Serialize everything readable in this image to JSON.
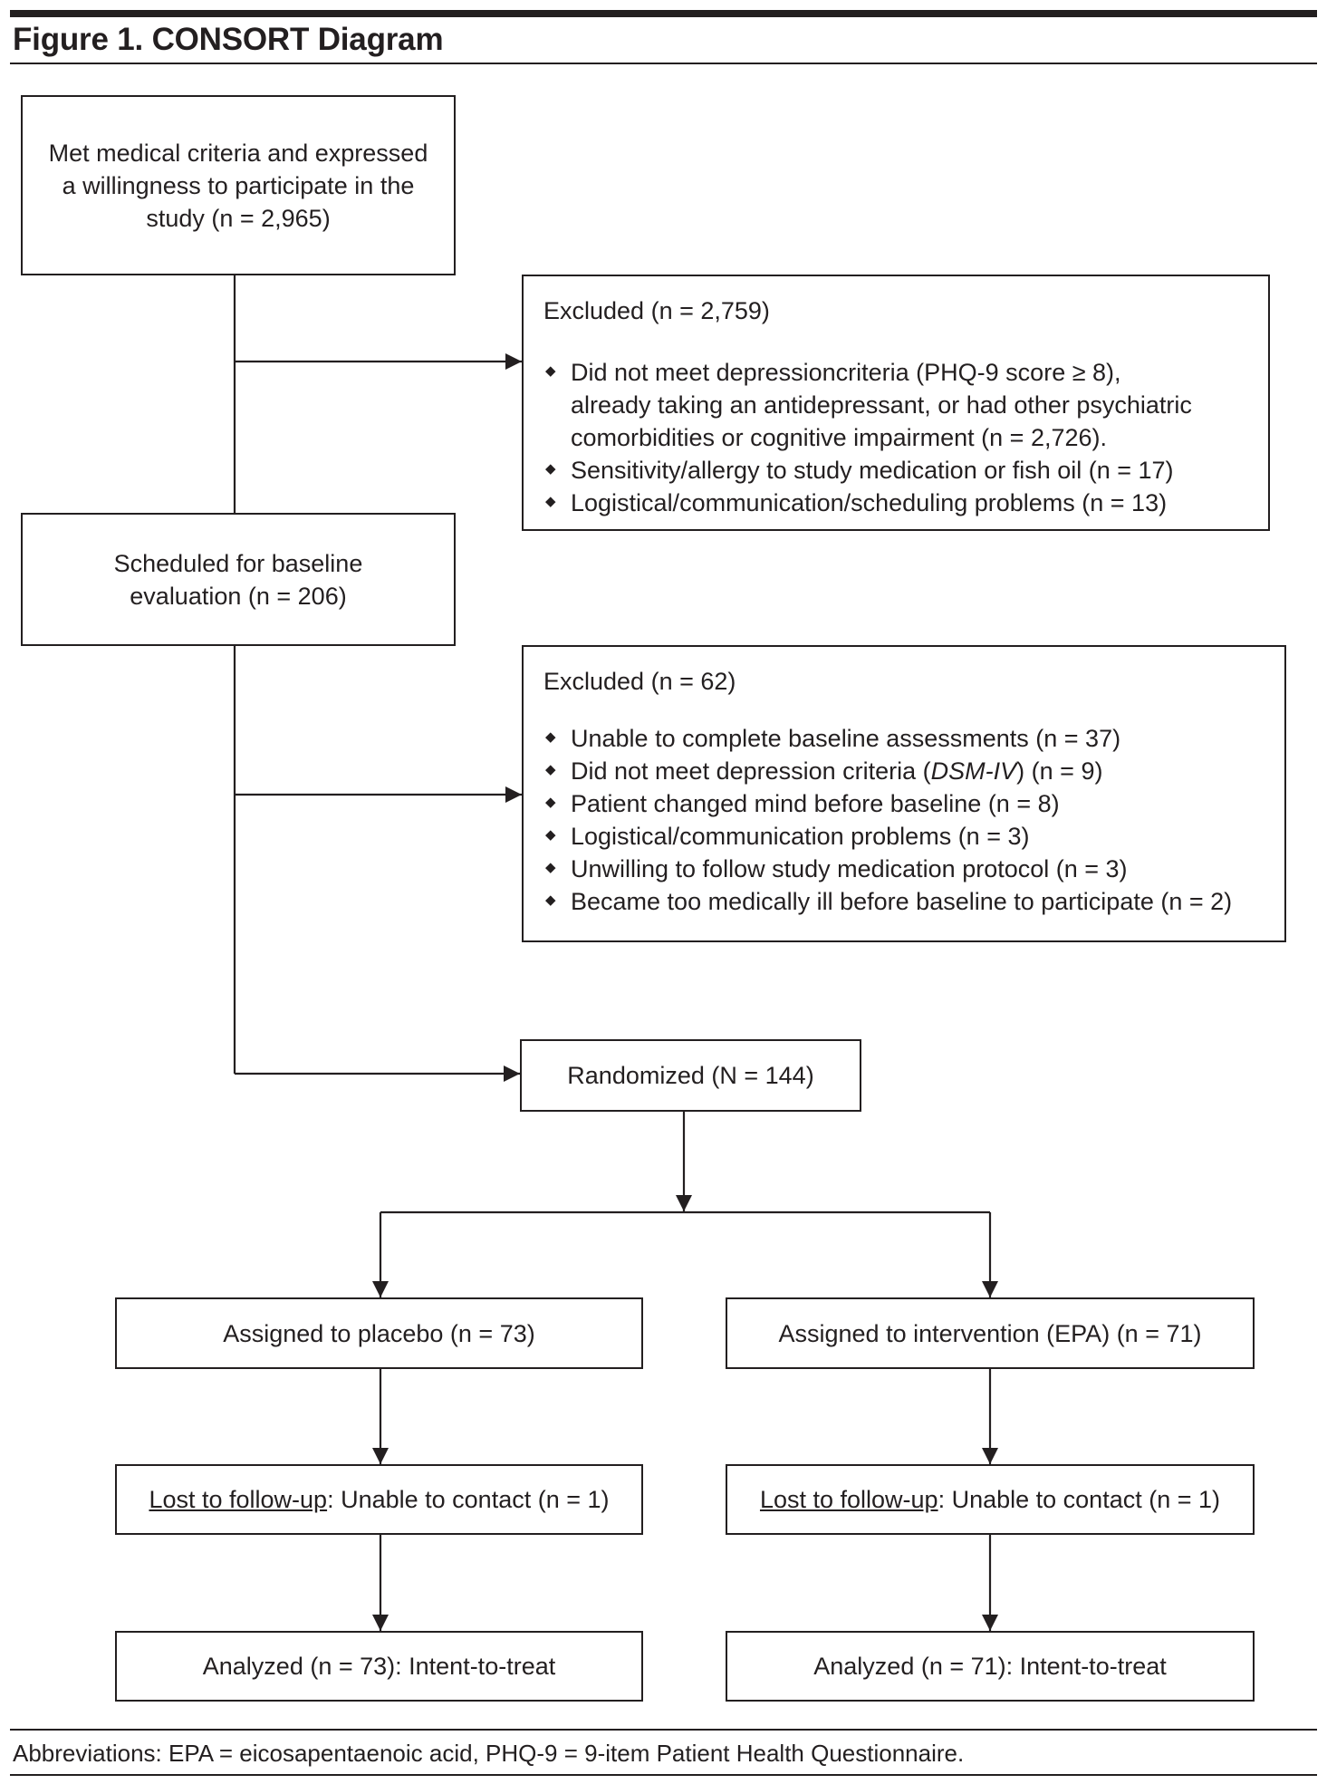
{
  "figure": {
    "title": "Figure 1. CONSORT Diagram"
  },
  "boxes": {
    "enrollment": {
      "line1": "Met medical criteria and expressed",
      "line2": "a willingness to participate in the",
      "line3": "study (n = 2,965)"
    },
    "excluded1": {
      "title": "Excluded (n = 2,759)",
      "items": [
        {
          "line1": "Did not meet depressioncriteria (PHQ-9 score ≥ 8),",
          "line2": "already taking an antidepressant, or had other psychiatric",
          "line3": "comorbidities or cognitive impairment (n = 2,726)."
        },
        {
          "text": "Sensitivity/allergy to study medication or fish oil (n = 17)"
        },
        {
          "text": "Logistical/communication/scheduling problems (n = 13)"
        }
      ]
    },
    "scheduled": {
      "line1": "Scheduled for baseline",
      "line2": "evaluation (n = 206)"
    },
    "excluded2": {
      "title": "Excluded (n = 62)",
      "items": [
        {
          "text": "Unable to complete baseline assessments (n = 37)"
        },
        {
          "before": "Did not meet depression criteria (",
          "italic": "DSM-IV",
          "after": ") (n = 9)"
        },
        {
          "text": "Patient changed mind before baseline (n = 8)"
        },
        {
          "text": "Logistical/communication problems (n = 3)"
        },
        {
          "text": "Unwilling to follow study medication protocol (n = 3)"
        },
        {
          "text": "Became too medically ill before baseline to participate (n = 2)"
        }
      ]
    },
    "randomized": {
      "text": "Randomized (N = 144)"
    },
    "placebo": {
      "assigned": "Assigned to placebo (n = 73)",
      "lost_label": "Lost to follow-up",
      "lost_rest": ": Unable to contact (n = 1)",
      "analyzed": "Analyzed (n = 73): Intent-to-treat"
    },
    "intervention": {
      "assigned": "Assigned to intervention (EPA) (n = 71)",
      "lost_label": "Lost to follow-up",
      "lost_rest": ": Unable to contact (n = 1)",
      "analyzed": "Analyzed (n = 71): Intent-to-treat"
    }
  },
  "footnote": "Abbreviations: EPA = eicosapentaenoic acid, PHQ-9 = 9-item Patient Health Questionnaire."
}
